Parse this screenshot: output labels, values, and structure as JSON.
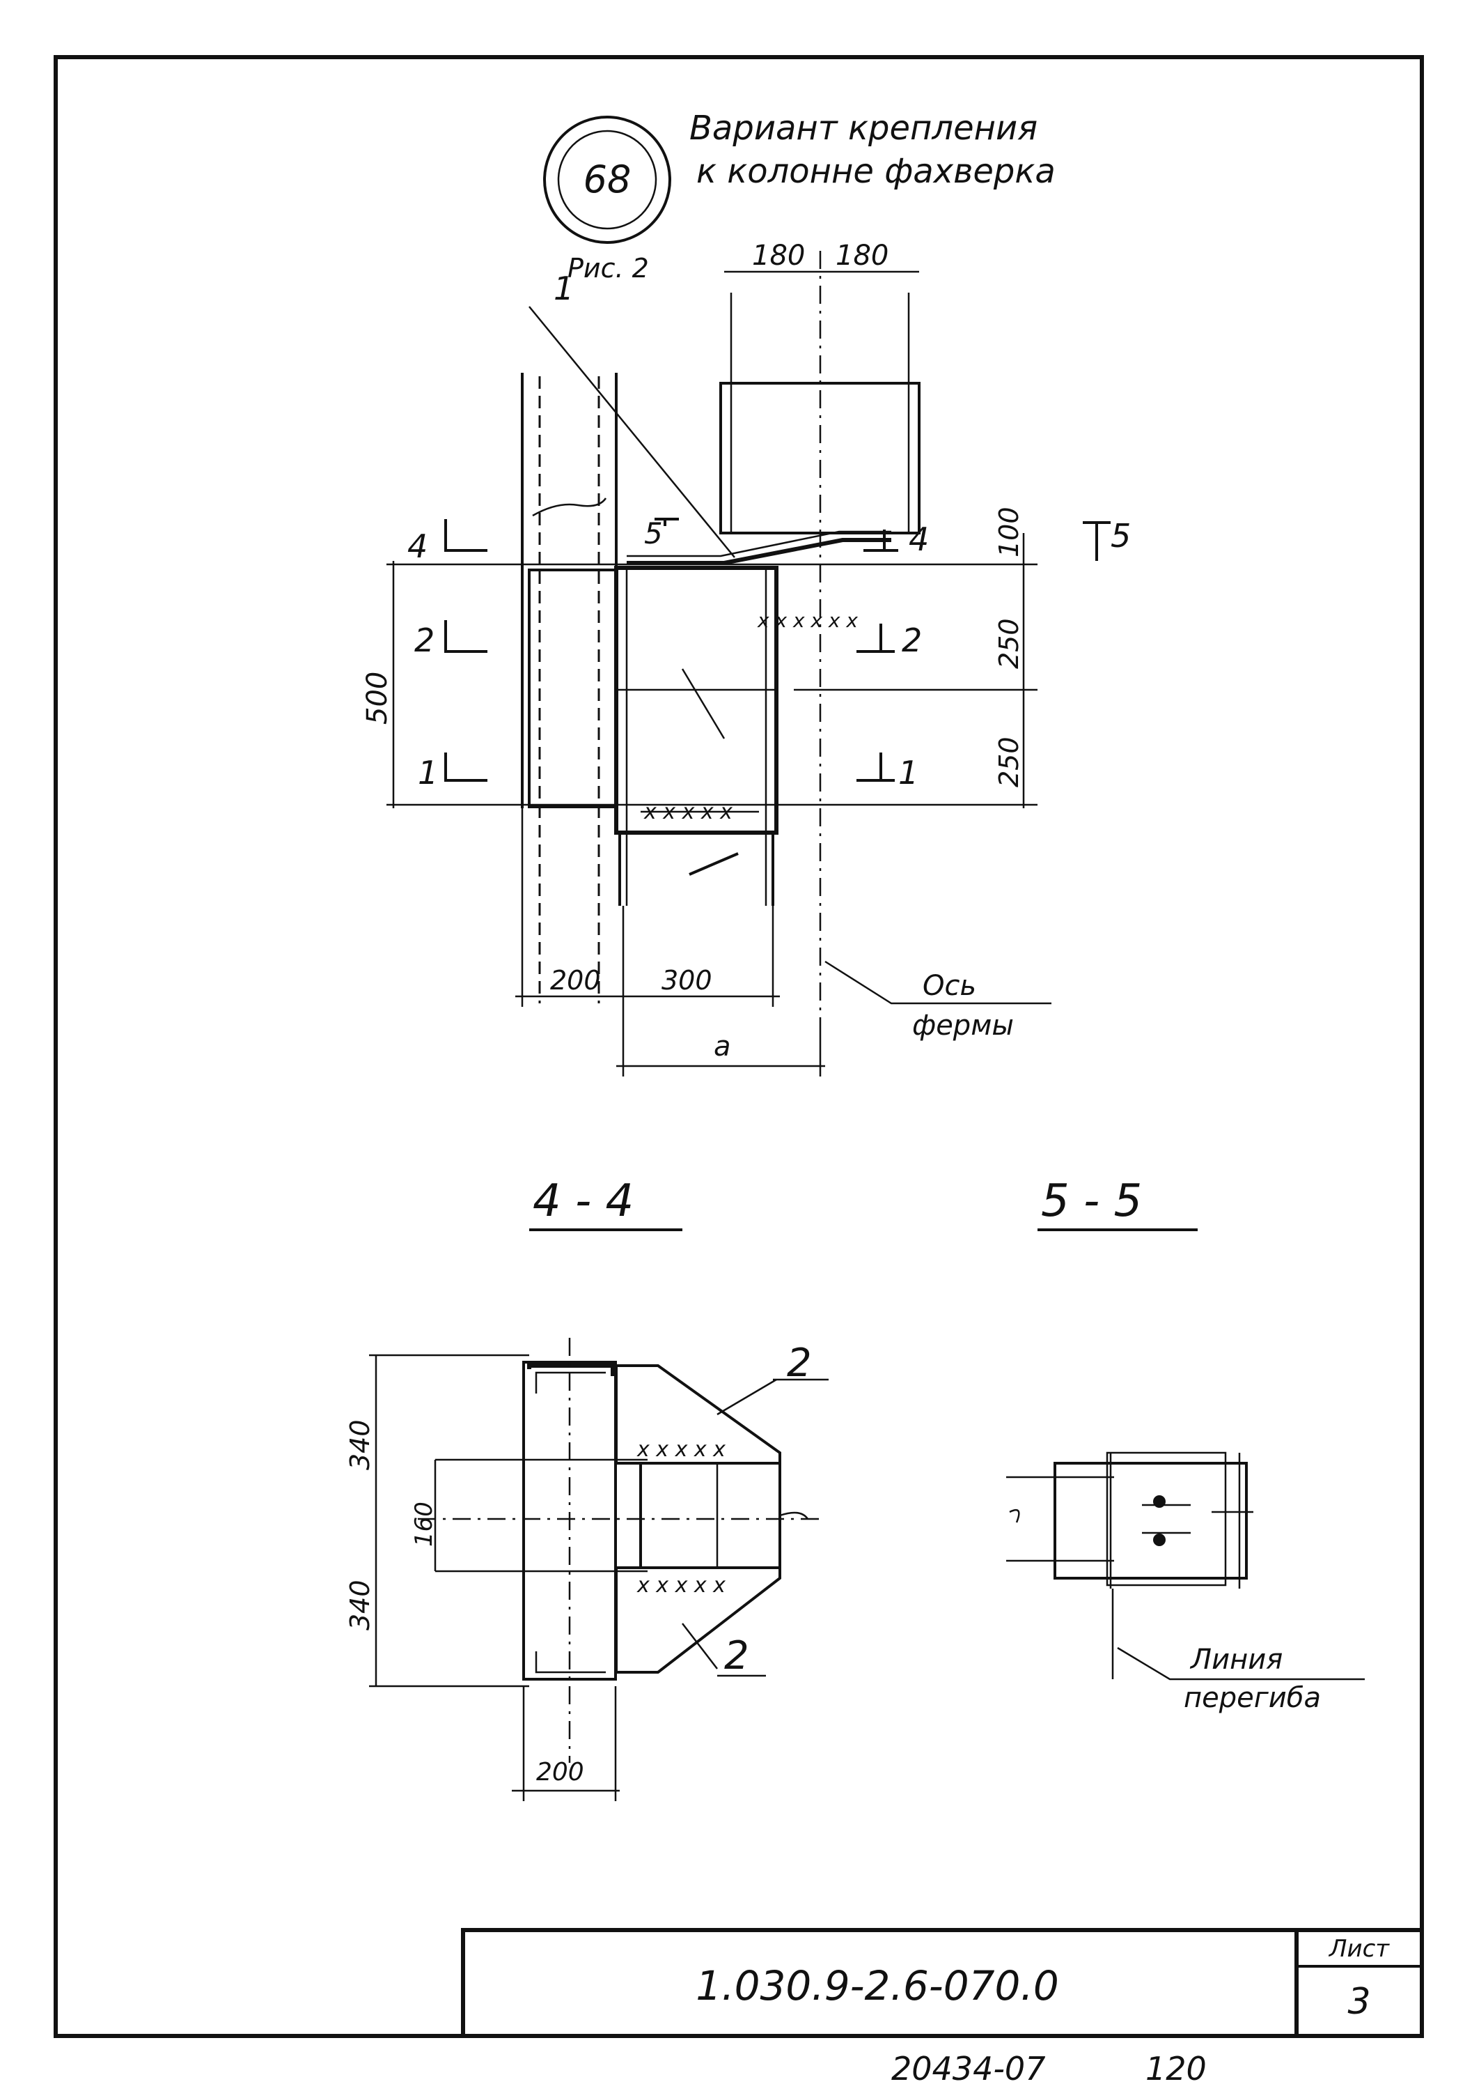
{
  "header": {
    "circle_label": "68",
    "title_line1": "Вариант крепления",
    "title_line2": "к колонне фахверка",
    "fig_label": "Рис. 2"
  },
  "main_view": {
    "dim_top_left": "180",
    "dim_top_right": "180",
    "dim_100": "100",
    "dim_250_top": "250",
    "dim_250_bottom": "250",
    "dim_500": "500",
    "dim_200": "200",
    "dim_300": "300",
    "dim_a": "a",
    "axis_line1": "Ось",
    "axis_line2": "фермы",
    "pos1": "1",
    "cut_4_left": "4",
    "cut_4_right": "4",
    "cut_5_left": "5",
    "cut_5_right": "5",
    "cut_2_left": "2",
    "cut_2_right": "2",
    "cut_1_left": "1",
    "cut_1_right": "1"
  },
  "section_4_4": {
    "title": "4 - 4",
    "dim_340_top": "340",
    "dim_160": "160",
    "dim_340_bottom": "340",
    "dim_200": "200",
    "pos2_top": "2",
    "pos2_bottom": "2"
  },
  "section_5_5": {
    "title": "5 - 5",
    "bend_line1": "Линия",
    "bend_line2": "перегиба"
  },
  "title_block": {
    "doc_number": "1.030.9-2.6-070.0",
    "sheet_label": "Лист",
    "sheet_number": "3"
  },
  "footer": {
    "stamp": "20434-07",
    "number": "120"
  }
}
